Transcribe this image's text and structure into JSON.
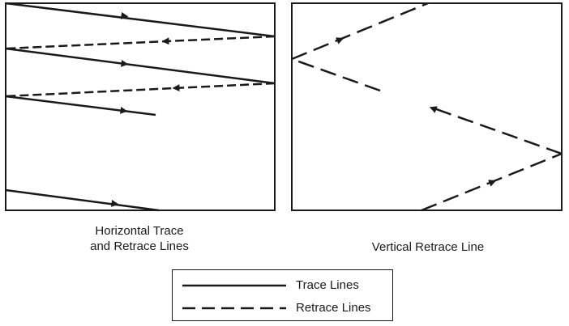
{
  "panels": {
    "horizontal": {
      "caption_lines": [
        "Horizontal Trace",
        "and Retrace Lines"
      ]
    },
    "vertical": {
      "caption": "Vertical Retrace Line"
    }
  },
  "legend": {
    "items": [
      {
        "label": "Trace Lines",
        "style": "solid"
      },
      {
        "label": "Retrace Lines",
        "style": "dashed"
      }
    ]
  },
  "colors": {
    "line": "#1a1a1a",
    "background": "#ffffff"
  }
}
